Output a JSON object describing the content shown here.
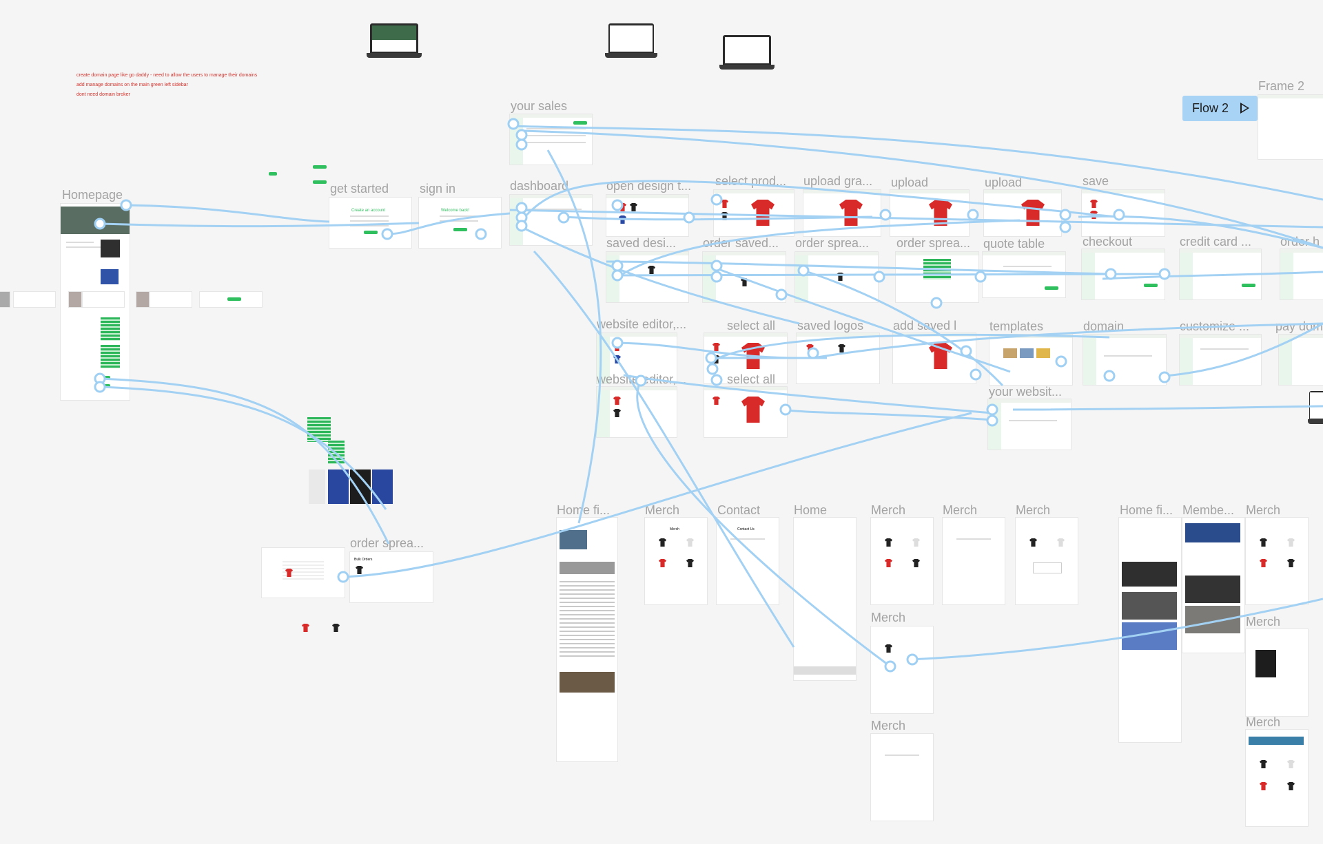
{
  "notes": {
    "line1": "create domain page like go daddy - need to allow the users to manage their domains",
    "line2": "add manage domains on the main green left sidebar",
    "line3": "dont need domain broker"
  },
  "flow_button": {
    "label": "Flow 2"
  },
  "frames": {
    "frame2": "Frame 2",
    "your_sales": "your sales",
    "homepage": "Homepage",
    "get_started": "get started",
    "sign_in": "sign in",
    "dashboard": "dashboard",
    "open_design": "open design t...",
    "select_product": "select prod...",
    "upload_graphic": "upload gra...",
    "upload1": "upload",
    "upload2": "upload",
    "save": "save",
    "saved_designs": "saved desi...",
    "order_saved": "order saved...",
    "order_spread1": "order sprea...",
    "order_spread2": "order sprea...",
    "quote_table": "quote table",
    "checkout": "checkout",
    "credit_card": "credit card ...",
    "order_h": "order h",
    "website_editor1": "website editor,...",
    "select_all1": "select all",
    "saved_logos": "saved logos",
    "add_saved": "add saved l",
    "templates": "templates",
    "domain": "domain",
    "customize": "customize ...",
    "pay_domain": "pay dom",
    "website_editor2": "website editor,...",
    "select_all2": "select all",
    "your_website": "your websit...",
    "order_spread3": "order sprea...",
    "home_fi1": "Home fi...",
    "merch1": "Merch",
    "contact": "Contact",
    "home": "Home",
    "merch2": "Merch",
    "merch3": "Merch",
    "merch4": "Merch",
    "merch5": "Merch",
    "merch6": "Merch",
    "home_fi2": "Home fi...",
    "members": "Membe...",
    "merch7": "Merch",
    "merch8": "Merch",
    "merch9": "Merch"
  },
  "inner_text": {
    "create_account": "Create an account",
    "welcome_back": "Welcome back!",
    "bulk_orders": "Bulk Orders",
    "contact_us": "Contact Us",
    "merch_small": "Merch"
  },
  "colors": {
    "canvas": "#f5f5f5",
    "connector": "#a3d1f3",
    "accent_green": "#2fbf5e",
    "note_red": "#d4332c",
    "flow_blue": "#a8d3f5"
  }
}
